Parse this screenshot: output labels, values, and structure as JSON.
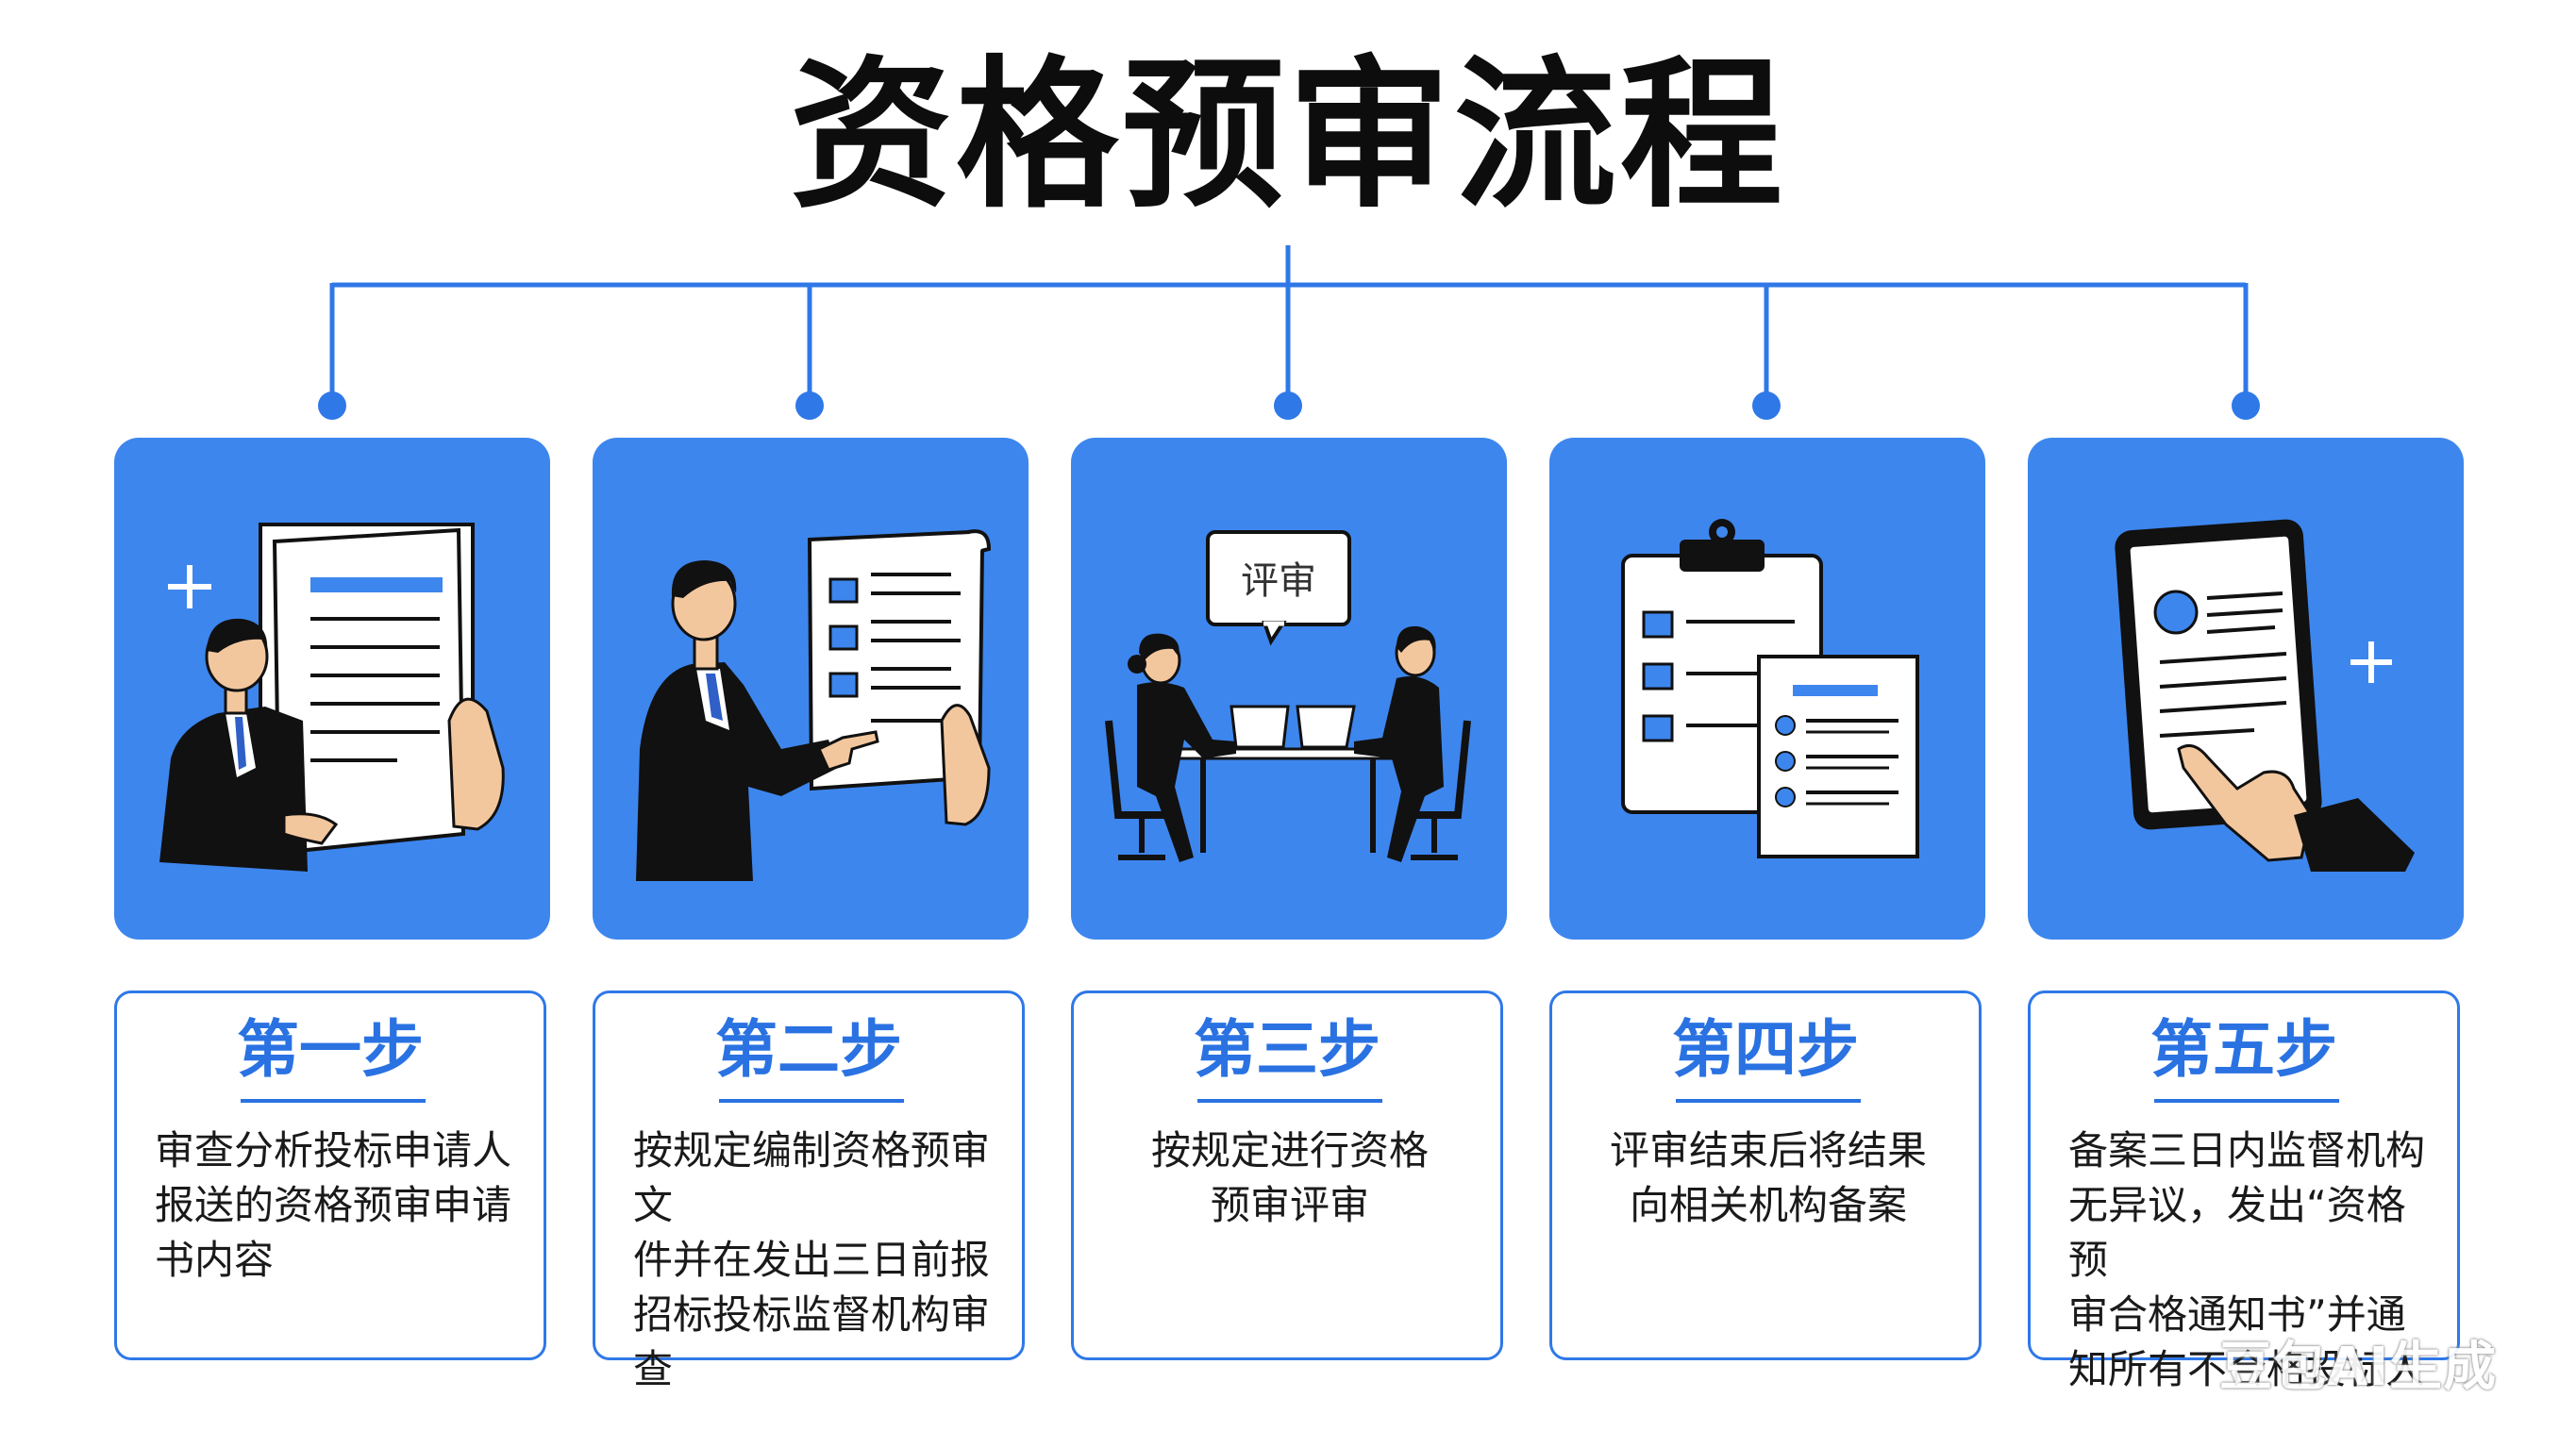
{
  "title": "资格预审流程",
  "colors": {
    "accent": "#2f78e8",
    "card_bg": "#3d86ee",
    "step_title": "#2a72e2"
  },
  "steps": [
    {
      "label": "第一步",
      "description": "审查分析投标申请人\n报送的资格预审申请\n书内容",
      "icon": "person-holding-document-icon"
    },
    {
      "label": "第二步",
      "description": "按规定编制资格预审文\n件并在发出三日前报\n招标投标监督机构审查",
      "icon": "person-pointing-checklist-icon"
    },
    {
      "label": "第三步",
      "description": "按规定进行资格\n预审评审",
      "icon": "review-meeting-icon",
      "bubble_text": "评审"
    },
    {
      "label": "第四步",
      "description": "评审结束后将结果\n向相关机构备案",
      "icon": "clipboard-documents-icon"
    },
    {
      "label": "第五步",
      "description": "备案三日内监督机构\n无异议，发出“资格预\n审合格通知书”并通\n知所有不合格投标人",
      "icon": "tablet-notification-icon"
    }
  ],
  "watermark": "豆包AI生成"
}
